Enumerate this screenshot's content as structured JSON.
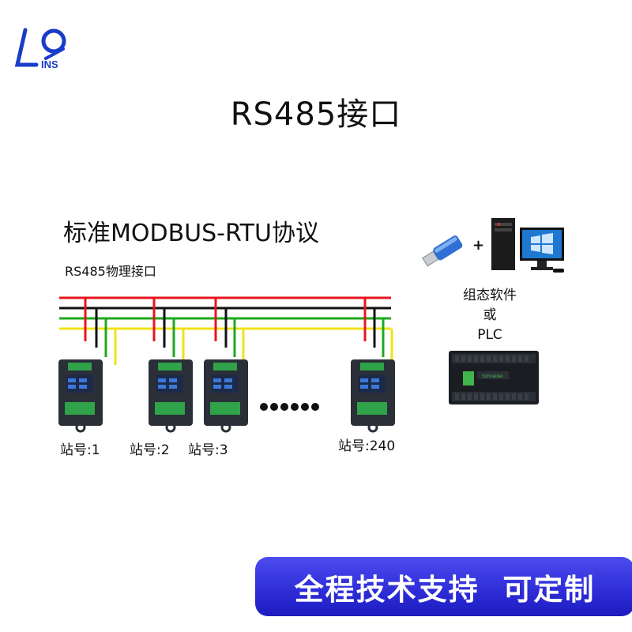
{
  "logo": {
    "text": "INS"
  },
  "title": "RS485接口",
  "protocol": "标准MODBUS-RTU协议",
  "physical": "RS485物理接口",
  "wire_colors": [
    "#e8141c",
    "#111111",
    "#1ea81e",
    "#f0e21a"
  ],
  "stations": [
    "站号:1",
    "站号:2",
    "站号:3",
    "站号:240"
  ],
  "master": {
    "line1": "组态软件",
    "line2": "或",
    "line3": "PLC",
    "plus": "+"
  },
  "banner": "全程技术支持  可定制",
  "banner_color": "#3332e0"
}
